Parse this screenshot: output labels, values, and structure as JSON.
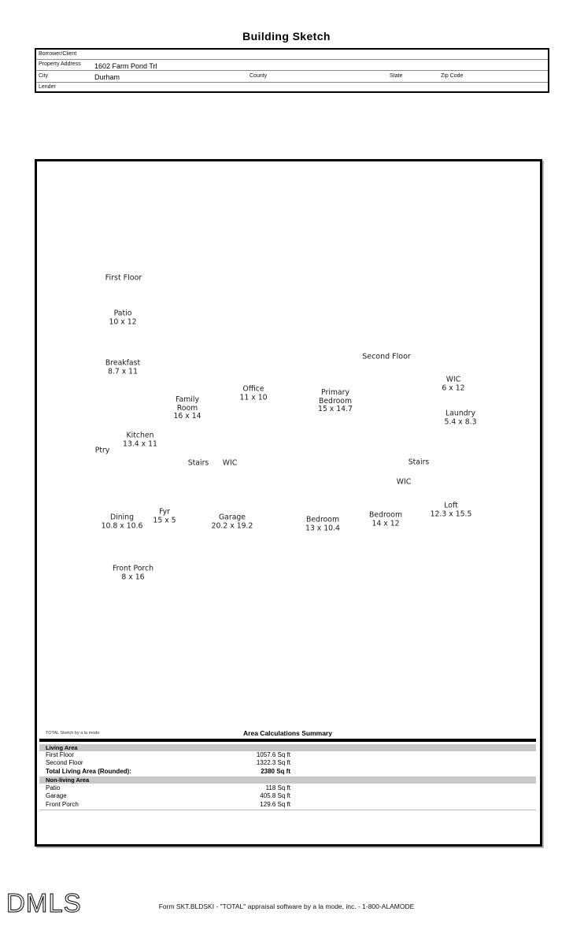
{
  "page": {
    "title": "Building Sketch"
  },
  "form": {
    "borrower_label": "Borrower/Client",
    "property_label": "Property Address",
    "property_value": "1602 Farm Pond Trl",
    "city_label": "City",
    "city_value": "Durham",
    "county_label": "County",
    "state_label": "State",
    "zip_label": "Zip Code",
    "lender_label": "Lender"
  },
  "sketch": {
    "first": {
      "title": "First Floor",
      "rooms": [
        {
          "name": "Patio",
          "dims": "10 x 12"
        },
        {
          "name": "Breakfast",
          "dims": "8.7 x 11"
        },
        {
          "name": "Family\nRoom",
          "dims": "16 x 14"
        },
        {
          "name": "Office",
          "dims": "11 x 10"
        },
        {
          "name": "Kitchen",
          "dims": "13.4 x 11"
        },
        {
          "name": "Ptry",
          "dims": ""
        },
        {
          "name": "Stairs",
          "dims": ""
        },
        {
          "name": "WIC",
          "dims": ""
        },
        {
          "name": "Dining",
          "dims": "10.8 x 10.6"
        },
        {
          "name": "Fyr",
          "dims": "15 x 5"
        },
        {
          "name": "Garage",
          "dims": "20.2 x 19.2"
        },
        {
          "name": "Front Porch",
          "dims": "8 x 16"
        }
      ]
    },
    "second": {
      "title": "Second Floor",
      "rooms": [
        {
          "name": "Primary\nBedroom",
          "dims": "15 x 14.7"
        },
        {
          "name": "WIC",
          "dims": "6 x 12"
        },
        {
          "name": "Laundry",
          "dims": "5.4 x 8.3"
        },
        {
          "name": "Stairs",
          "dims": ""
        },
        {
          "name": "WIC",
          "dims": ""
        },
        {
          "name": "Loft",
          "dims": "12.3 x 15.5"
        },
        {
          "name": "Bedroom",
          "dims": "14 x 12"
        },
        {
          "name": "Bedroom",
          "dims": "13 x 10.4"
        }
      ]
    }
  },
  "summary": {
    "watermark": "TOTAL Sketch by a la mode",
    "title": "Area Calculations Summary",
    "living_header": "Living Area",
    "living_rows": [
      {
        "label": "First Floor",
        "value": "1057.6 Sq ft"
      },
      {
        "label": "Second Floor",
        "value": "1322.3 Sq ft"
      }
    ],
    "total_row": {
      "label": "Total Living Area (Rounded):",
      "value": "2380 Sq ft"
    },
    "nonliving_header": "Non-living Area",
    "nonliving_rows": [
      {
        "label": "Patio",
        "value": "118 Sq ft"
      },
      {
        "label": "Garage",
        "value": "405.8 Sq ft"
      },
      {
        "label": "Front Porch",
        "value": "129.6 Sq ft"
      }
    ]
  },
  "footer": {
    "logo_text": "DMLS",
    "form_text": "Form SKT.BLDSKI - \"TOTAL\" appraisal software by a la mode, inc. - 1-800-ALAMODE"
  }
}
